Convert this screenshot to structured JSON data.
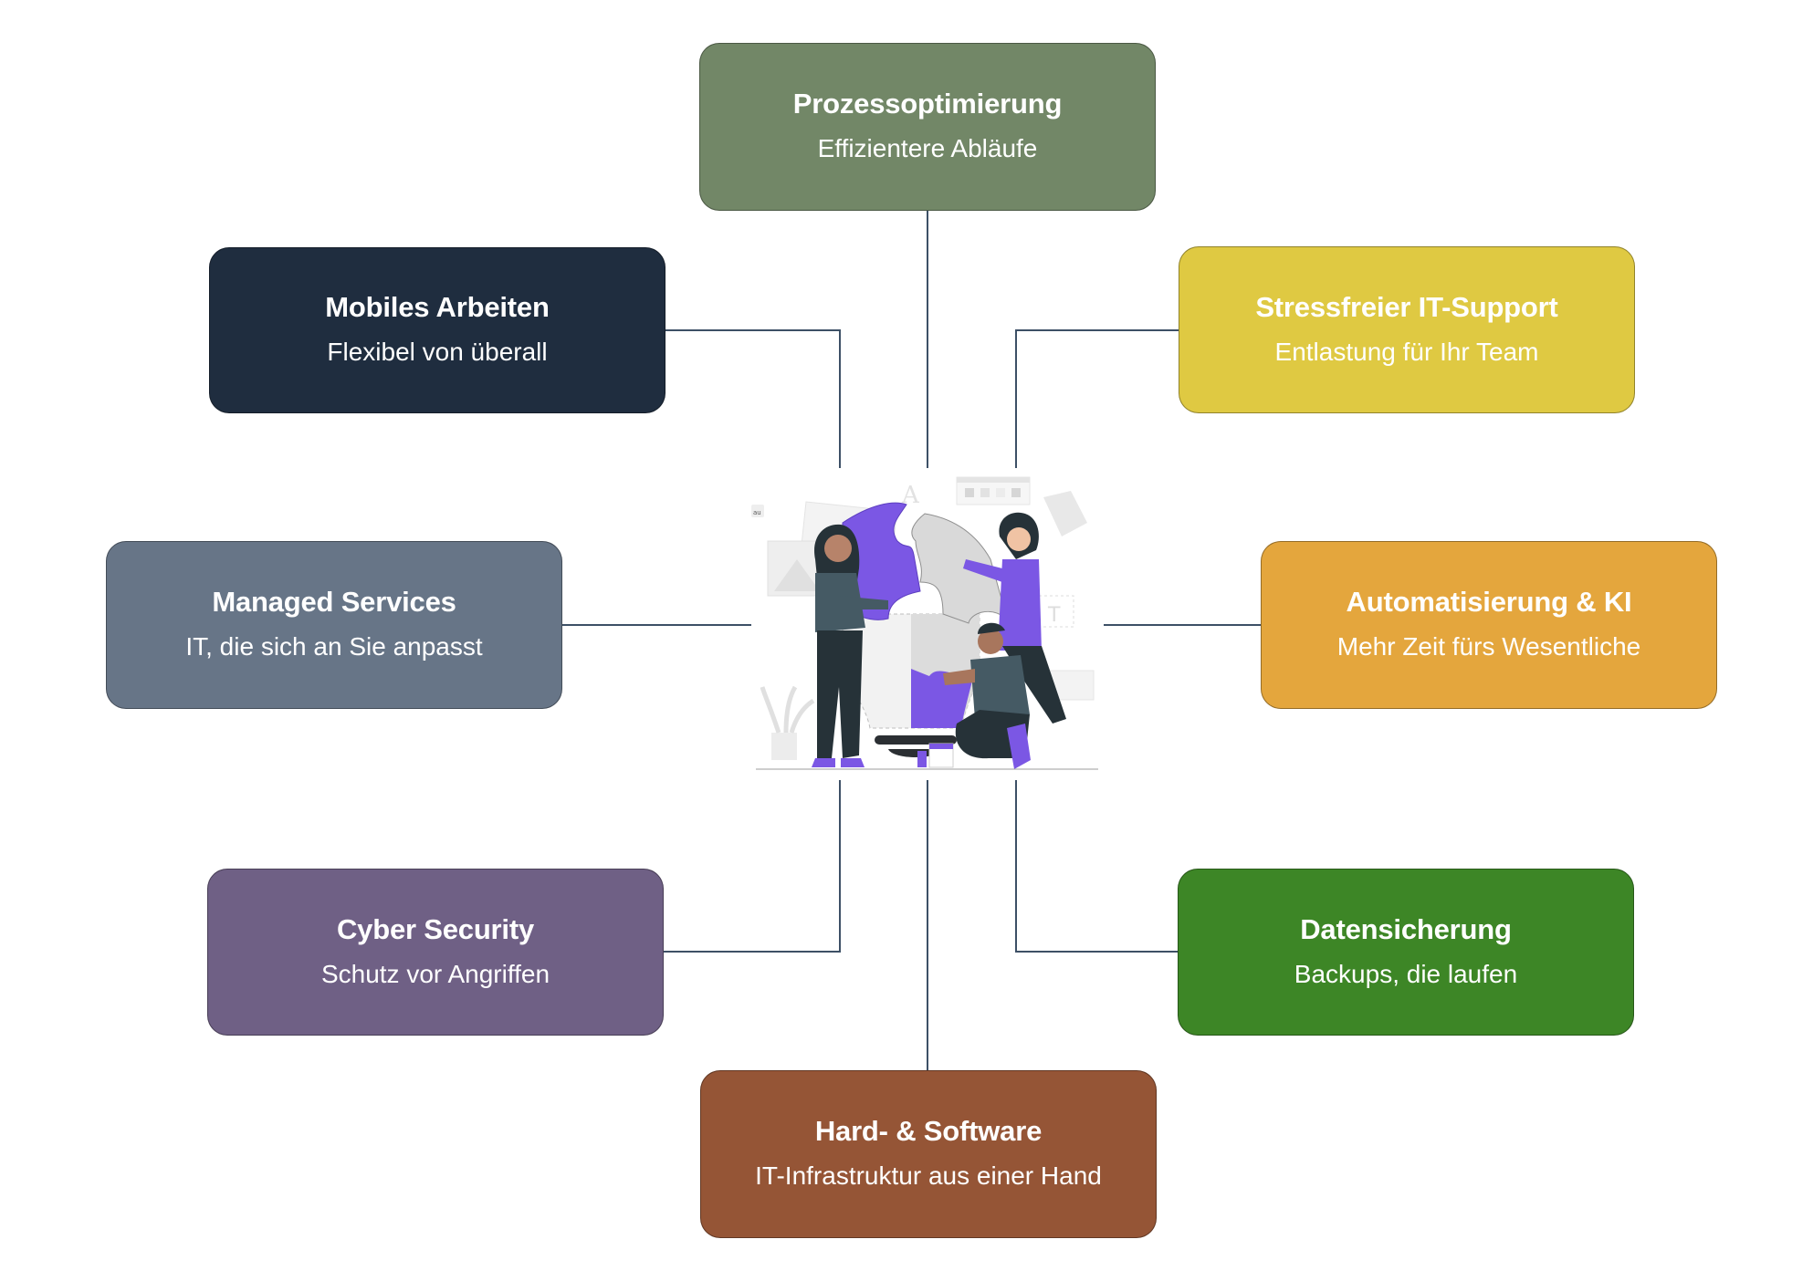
{
  "diagram": {
    "type": "hub-and-spoke",
    "center": {
      "image": "team-assembling-puzzle-lightbulb-illustration",
      "tag_fragment": "au"
    },
    "nodes": [
      {
        "id": "prozessoptimierung",
        "title": "Prozessoptimierung",
        "subtitle": "Effizientere Abläufe",
        "color": "#728767",
        "position": "top"
      },
      {
        "id": "mobiles-arbeiten",
        "title": "Mobiles Arbeiten",
        "subtitle": "Flexibel von überall",
        "color": "#1f2d3f",
        "position": "upper-left"
      },
      {
        "id": "stressfreier-it-support",
        "title": "Stressfreier IT-Support",
        "subtitle": "Entlastung für Ihr Team",
        "color": "#dfc942",
        "position": "upper-right"
      },
      {
        "id": "managed-services",
        "title": "Managed Services",
        "subtitle": "IT, die sich an Sie anpasst",
        "color": "#677587",
        "position": "left"
      },
      {
        "id": "automatisierung-ki",
        "title": "Automatisierung & KI",
        "subtitle": "Mehr Zeit fürs Wesentliche",
        "color": "#e4a63d",
        "position": "right"
      },
      {
        "id": "cyber-security",
        "title": "Cyber Security",
        "subtitle": "Schutz vor Angriffen",
        "color": "#6f6085",
        "position": "lower-left"
      },
      {
        "id": "datensicherung",
        "title": "Datensicherung",
        "subtitle": "Backups, die laufen",
        "color": "#3d8626",
        "position": "lower-right"
      },
      {
        "id": "hard-software",
        "title": "Hard- & Software",
        "subtitle": "IT-Infrastruktur aus einer Hand",
        "color": "#955536",
        "position": "bottom"
      }
    ],
    "connector_color": "#3d5066",
    "accent_color": "#7b57e4"
  }
}
